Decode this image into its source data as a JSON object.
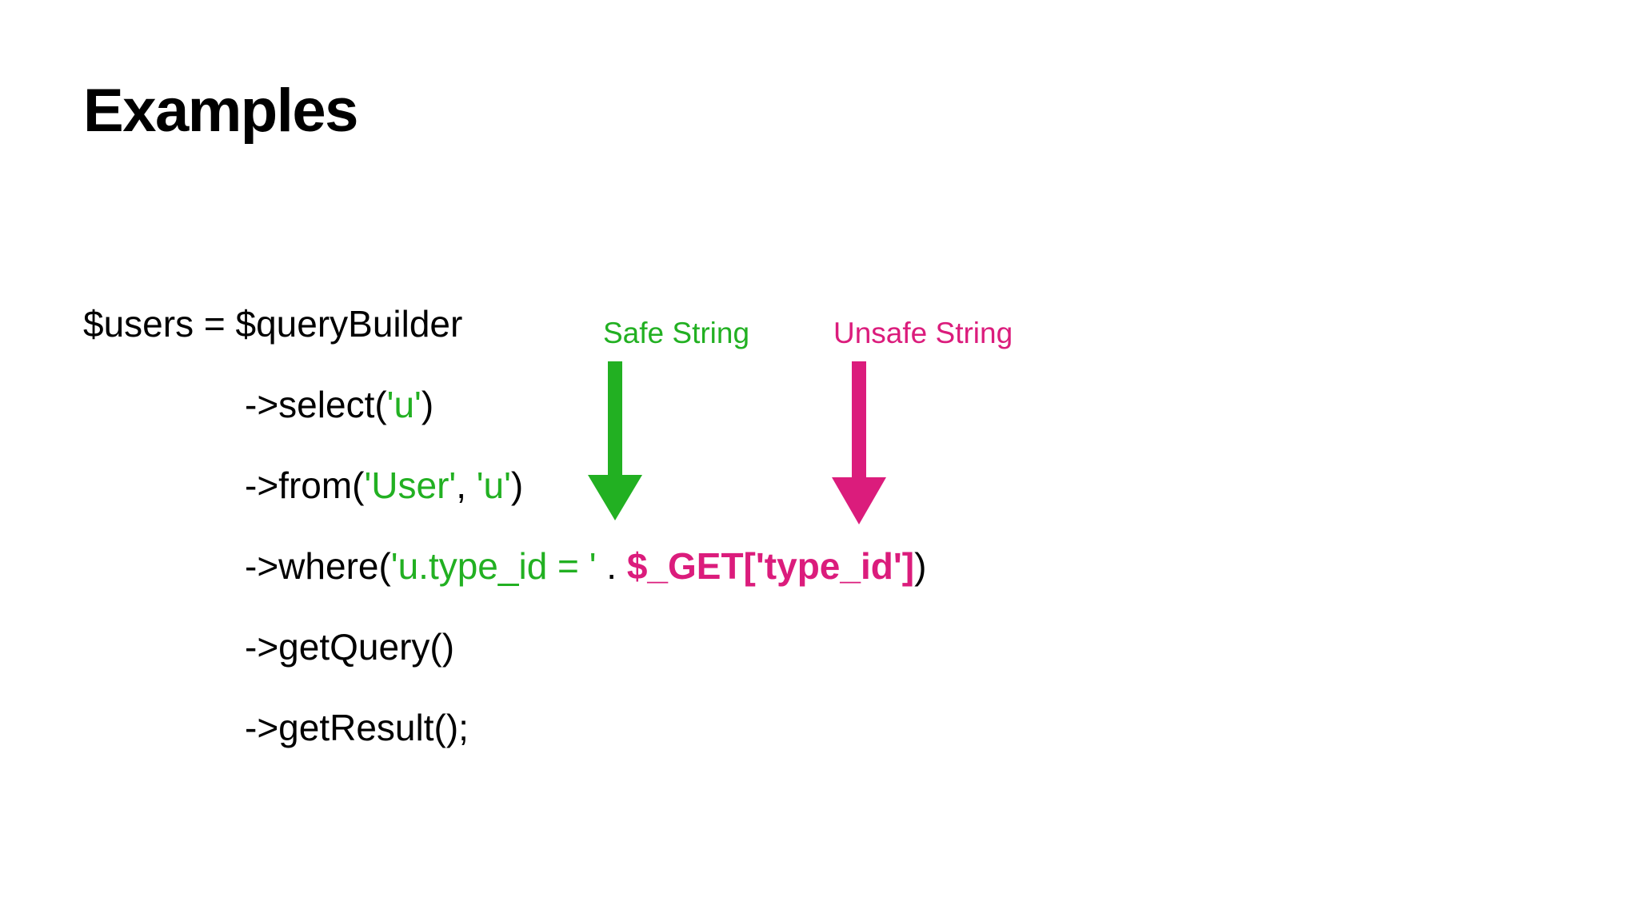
{
  "slide": {
    "title": "Examples",
    "background_color": "#ffffff"
  },
  "colors": {
    "text": "#000000",
    "safe_green": "#22B022",
    "unsafe_pink": "#DB1C7C"
  },
  "code": {
    "language": "php",
    "lines": [
      {
        "indent": false,
        "tokens": [
          {
            "text": "$users = $queryBuilder",
            "kind": "plain"
          }
        ]
      },
      {
        "indent": true,
        "tokens": [
          {
            "text": "->select(",
            "kind": "plain"
          },
          {
            "text": "'u'",
            "kind": "safe"
          },
          {
            "text": ")",
            "kind": "plain"
          }
        ]
      },
      {
        "indent": true,
        "tokens": [
          {
            "text": "->from(",
            "kind": "plain"
          },
          {
            "text": "'User'",
            "kind": "safe"
          },
          {
            "text": ", ",
            "kind": "plain"
          },
          {
            "text": "'u'",
            "kind": "safe"
          },
          {
            "text": ")",
            "kind": "plain"
          }
        ]
      },
      {
        "indent": true,
        "tokens": [
          {
            "text": "->where(",
            "kind": "plain"
          },
          {
            "text": "'u.type_id = '",
            "kind": "safe"
          },
          {
            "text": " . ",
            "kind": "plain"
          },
          {
            "text": "$_GET['type_id']",
            "kind": "unsafe"
          },
          {
            "text": ")",
            "kind": "plain"
          }
        ]
      },
      {
        "indent": true,
        "tokens": [
          {
            "text": "->getQuery()",
            "kind": "plain"
          }
        ]
      },
      {
        "indent": true,
        "tokens": [
          {
            "text": "->getResult();",
            "kind": "plain"
          }
        ]
      }
    ]
  },
  "annotations": [
    {
      "id": "safe",
      "label": "Safe String",
      "color": "#22B022",
      "arrow": "down-arrow-icon",
      "points_to": "'u.type_id = '"
    },
    {
      "id": "unsafe",
      "label": "Unsafe String",
      "color": "#DB1C7C",
      "arrow": "down-arrow-icon",
      "points_to": "$_GET['type_id']"
    }
  ]
}
